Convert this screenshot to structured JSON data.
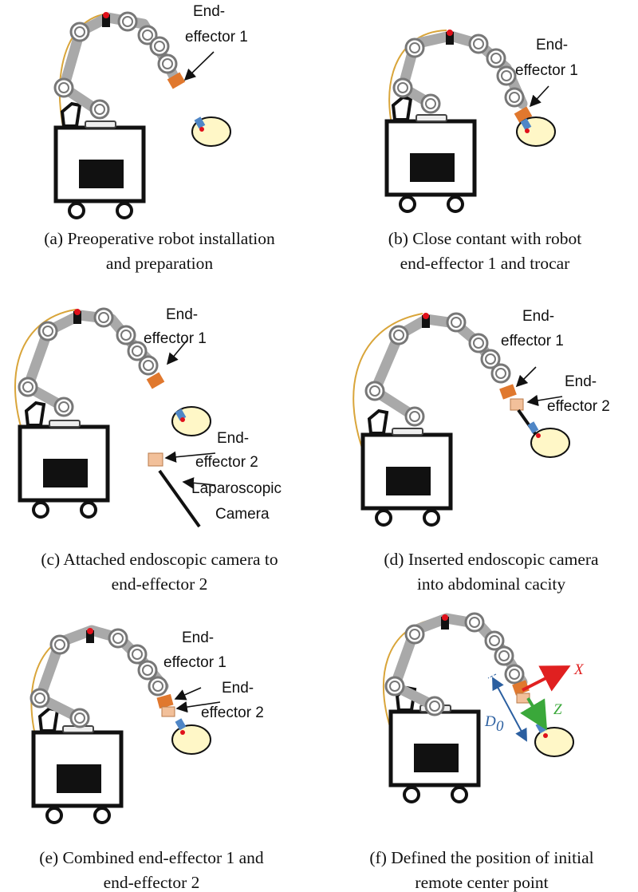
{
  "panels": [
    {
      "id": "a",
      "caption": [
        "(a) Preoperative robot installation",
        "and preparation"
      ],
      "labels": [
        "End-",
        "effector 1"
      ]
    },
    {
      "id": "b",
      "caption": [
        "(b) Close contant with robot",
        "end-effector 1 and trocar"
      ],
      "labels": [
        "End-",
        "effector 1"
      ]
    },
    {
      "id": "c",
      "caption": [
        "(c) Attached endoscopic camera to",
        "end-effector 2"
      ],
      "labels": [
        "End-",
        "effector 1",
        "End-",
        "effector 2",
        "Laparoscopic",
        "Camera"
      ]
    },
    {
      "id": "d",
      "caption": [
        "(d) Inserted endoscopic camera",
        "into abdominal cacity"
      ],
      "labels": [
        "End-",
        "effector 1",
        "End-",
        "effector 2"
      ]
    },
    {
      "id": "e",
      "caption": [
        "(e) Combined end-effector 1 and",
        "end-effector 2"
      ],
      "labels": [
        "End-",
        "effector 1",
        "End-",
        "effector 2"
      ]
    },
    {
      "id": "f",
      "caption": [
        "(f) Defined the position of initial",
        "remote center point"
      ],
      "axis_labels": {
        "x": "X",
        "z": "Z",
        "d": "D",
        "d_sub": "0"
      }
    }
  ],
  "colors": {
    "arm": "#a9a9a9",
    "joint": "#ffffff",
    "joint_stroke": "#777777",
    "cable": "#d9a53a",
    "ee1": "#e0782e",
    "ee2": "#f2c09a",
    "trocar_disc": "#fff7c7",
    "tool": "#4f86c6",
    "red_joint": "#e0101a",
    "x_axis": "#e02020",
    "z_axis": "#3aa83a",
    "dim": "#2b5fa0"
  }
}
